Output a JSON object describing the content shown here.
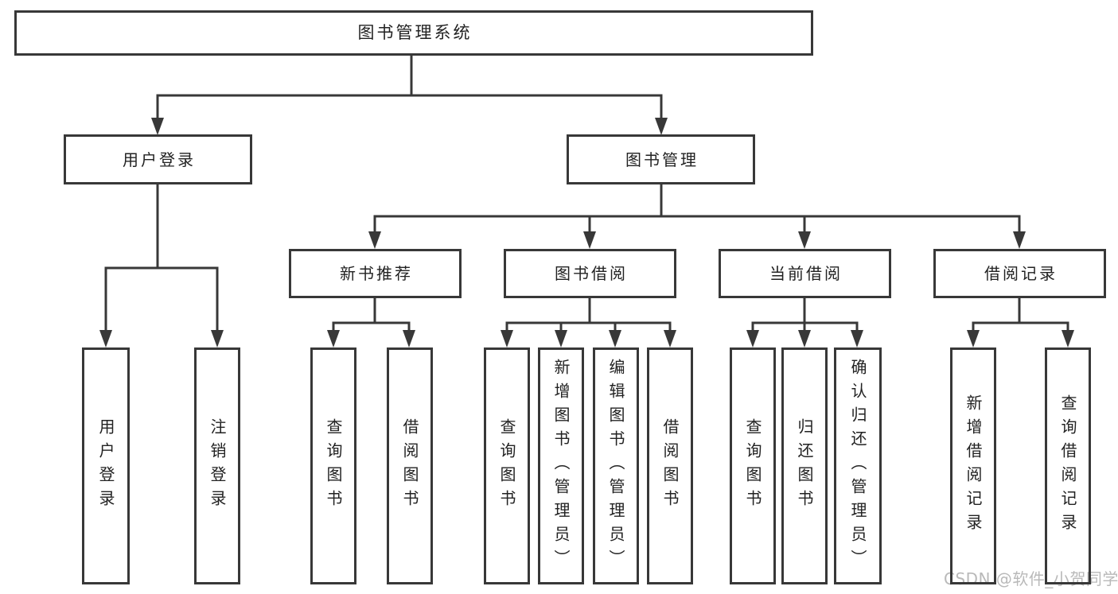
{
  "diagram": {
    "root": {
      "label": "图书管理系统"
    },
    "level1": [
      {
        "label": "用户登录"
      },
      {
        "label": "图书管理"
      }
    ],
    "level2": [
      {
        "label": "新书推荐"
      },
      {
        "label": "图书借阅"
      },
      {
        "label": "当前借阅"
      },
      {
        "label": "借阅记录"
      }
    ],
    "leaves": [
      {
        "label": "用户登录"
      },
      {
        "label": "注销登录"
      },
      {
        "label": "查询图书"
      },
      {
        "label": "借阅图书"
      },
      {
        "label": "查询图书"
      },
      {
        "label": "新增图书（管理员）"
      },
      {
        "label": "编辑图书（管理员）"
      },
      {
        "label": "借阅图书"
      },
      {
        "label": "查询图书"
      },
      {
        "label": "归还图书"
      },
      {
        "label": "确认归还（管理员）"
      },
      {
        "label": "新增借阅记录"
      },
      {
        "label": "查询借阅记录"
      }
    ]
  },
  "watermark": {
    "text": "CSDN @软件_小贺同学"
  },
  "colors": {
    "line": "#383838",
    "text": "#222222",
    "watermark": "#b9b9b9",
    "background": "#ffffff"
  }
}
